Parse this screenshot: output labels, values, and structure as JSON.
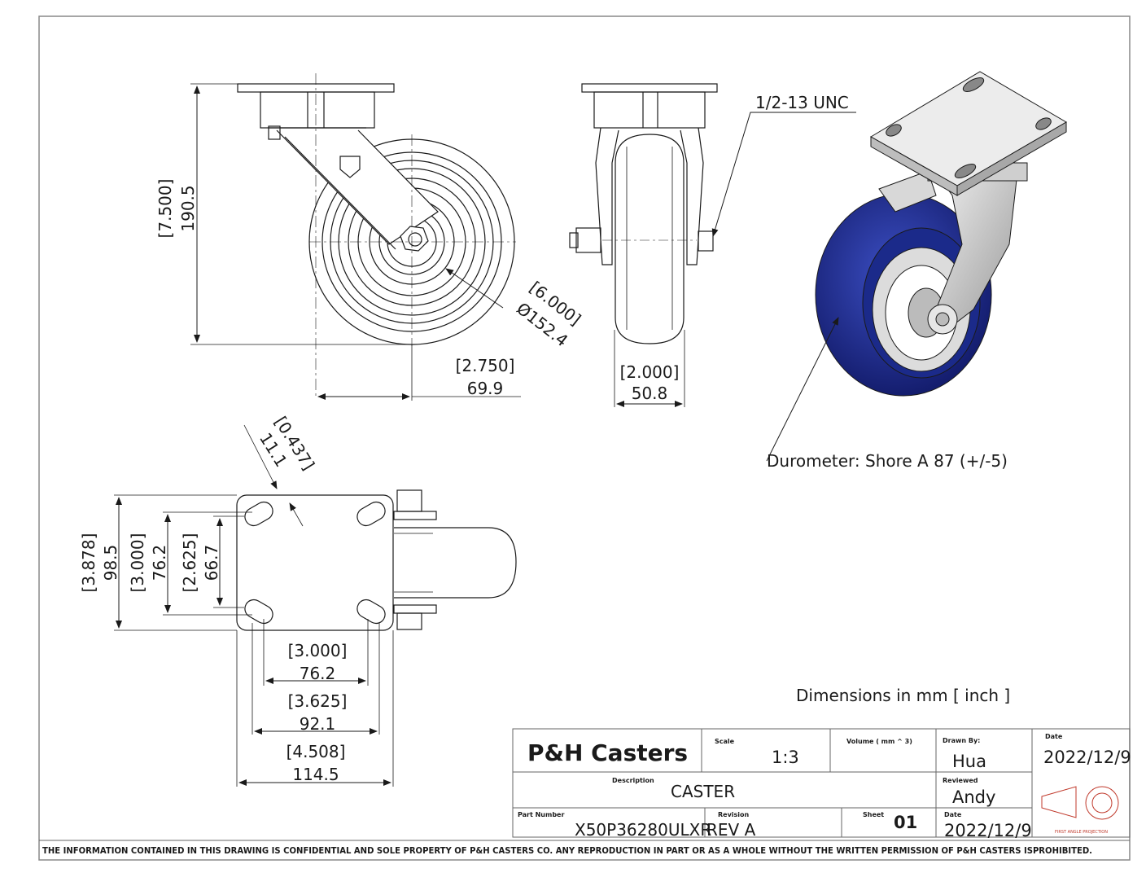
{
  "notes": {
    "thread": "1/2-13 UNC",
    "durometer": "Durometer: Shore A 87 (+/-5)",
    "units": "Dimensions in mm [ inch ]"
  },
  "dimensions": {
    "height_in": "[7.500]",
    "height_mm": "190.5",
    "wheel_dia_in": "[6.000]",
    "wheel_dia_mm": "Ø152.4",
    "offset_in": "[2.750]",
    "offset_mm": "69.9",
    "wheel_width_in": "[2.000]",
    "wheel_width_mm": "50.8",
    "slot_in": "[0.437]",
    "slot_mm": "11.1",
    "plate_len_in": "[3.878]",
    "plate_len_mm": "98.5",
    "hole_len1_in": "[3.000]",
    "hole_len1_mm": "76.2",
    "hole_len2_in": "[2.625]",
    "hole_len2_mm": "66.7",
    "hole_w1_in": "[3.000]",
    "hole_w1_mm": "76.2",
    "hole_w2_in": "[3.625]",
    "hole_w2_mm": "92.1",
    "plate_w_in": "[4.508]",
    "plate_w_mm": "114.5"
  },
  "title_block": {
    "company": "P&H Casters",
    "scale_label": "Scale",
    "scale": "1:3",
    "volume_label": "Volume ( mm ^ 3)",
    "drawn_label": "Drawn By:",
    "drawn": "Hua",
    "date_label": "Date",
    "date1": "2022/12/9",
    "desc_label": "Description",
    "desc": "CASTER",
    "reviewed_label": "Reviewed",
    "reviewed": "Andy",
    "part_label": "Part Number",
    "part": "X50P36280ULXR",
    "rev_label": "Revision",
    "rev": "REV A",
    "sheet_label": "Sheet",
    "sheet": "01",
    "date2_label": "Date",
    "date2": "2022/12/9",
    "projection": "FIRST ANGLE PROJECTION"
  },
  "footer": "THE INFORMATION CONTAINED IN THIS DRAWING IS CONFIDENTIAL AND SOLE PROPERTY OF P&H CASTERS CO.  ANY REPRODUCTION IN PART OR AS A WHOLE WITHOUT THE WRITTEN PERMISSION OF P&H CASTERS ISPROHIBITED.",
  "colors": {
    "line": "#1a1a1a",
    "wheel": "#1c2a8c",
    "metal": "#c9c9c9"
  }
}
